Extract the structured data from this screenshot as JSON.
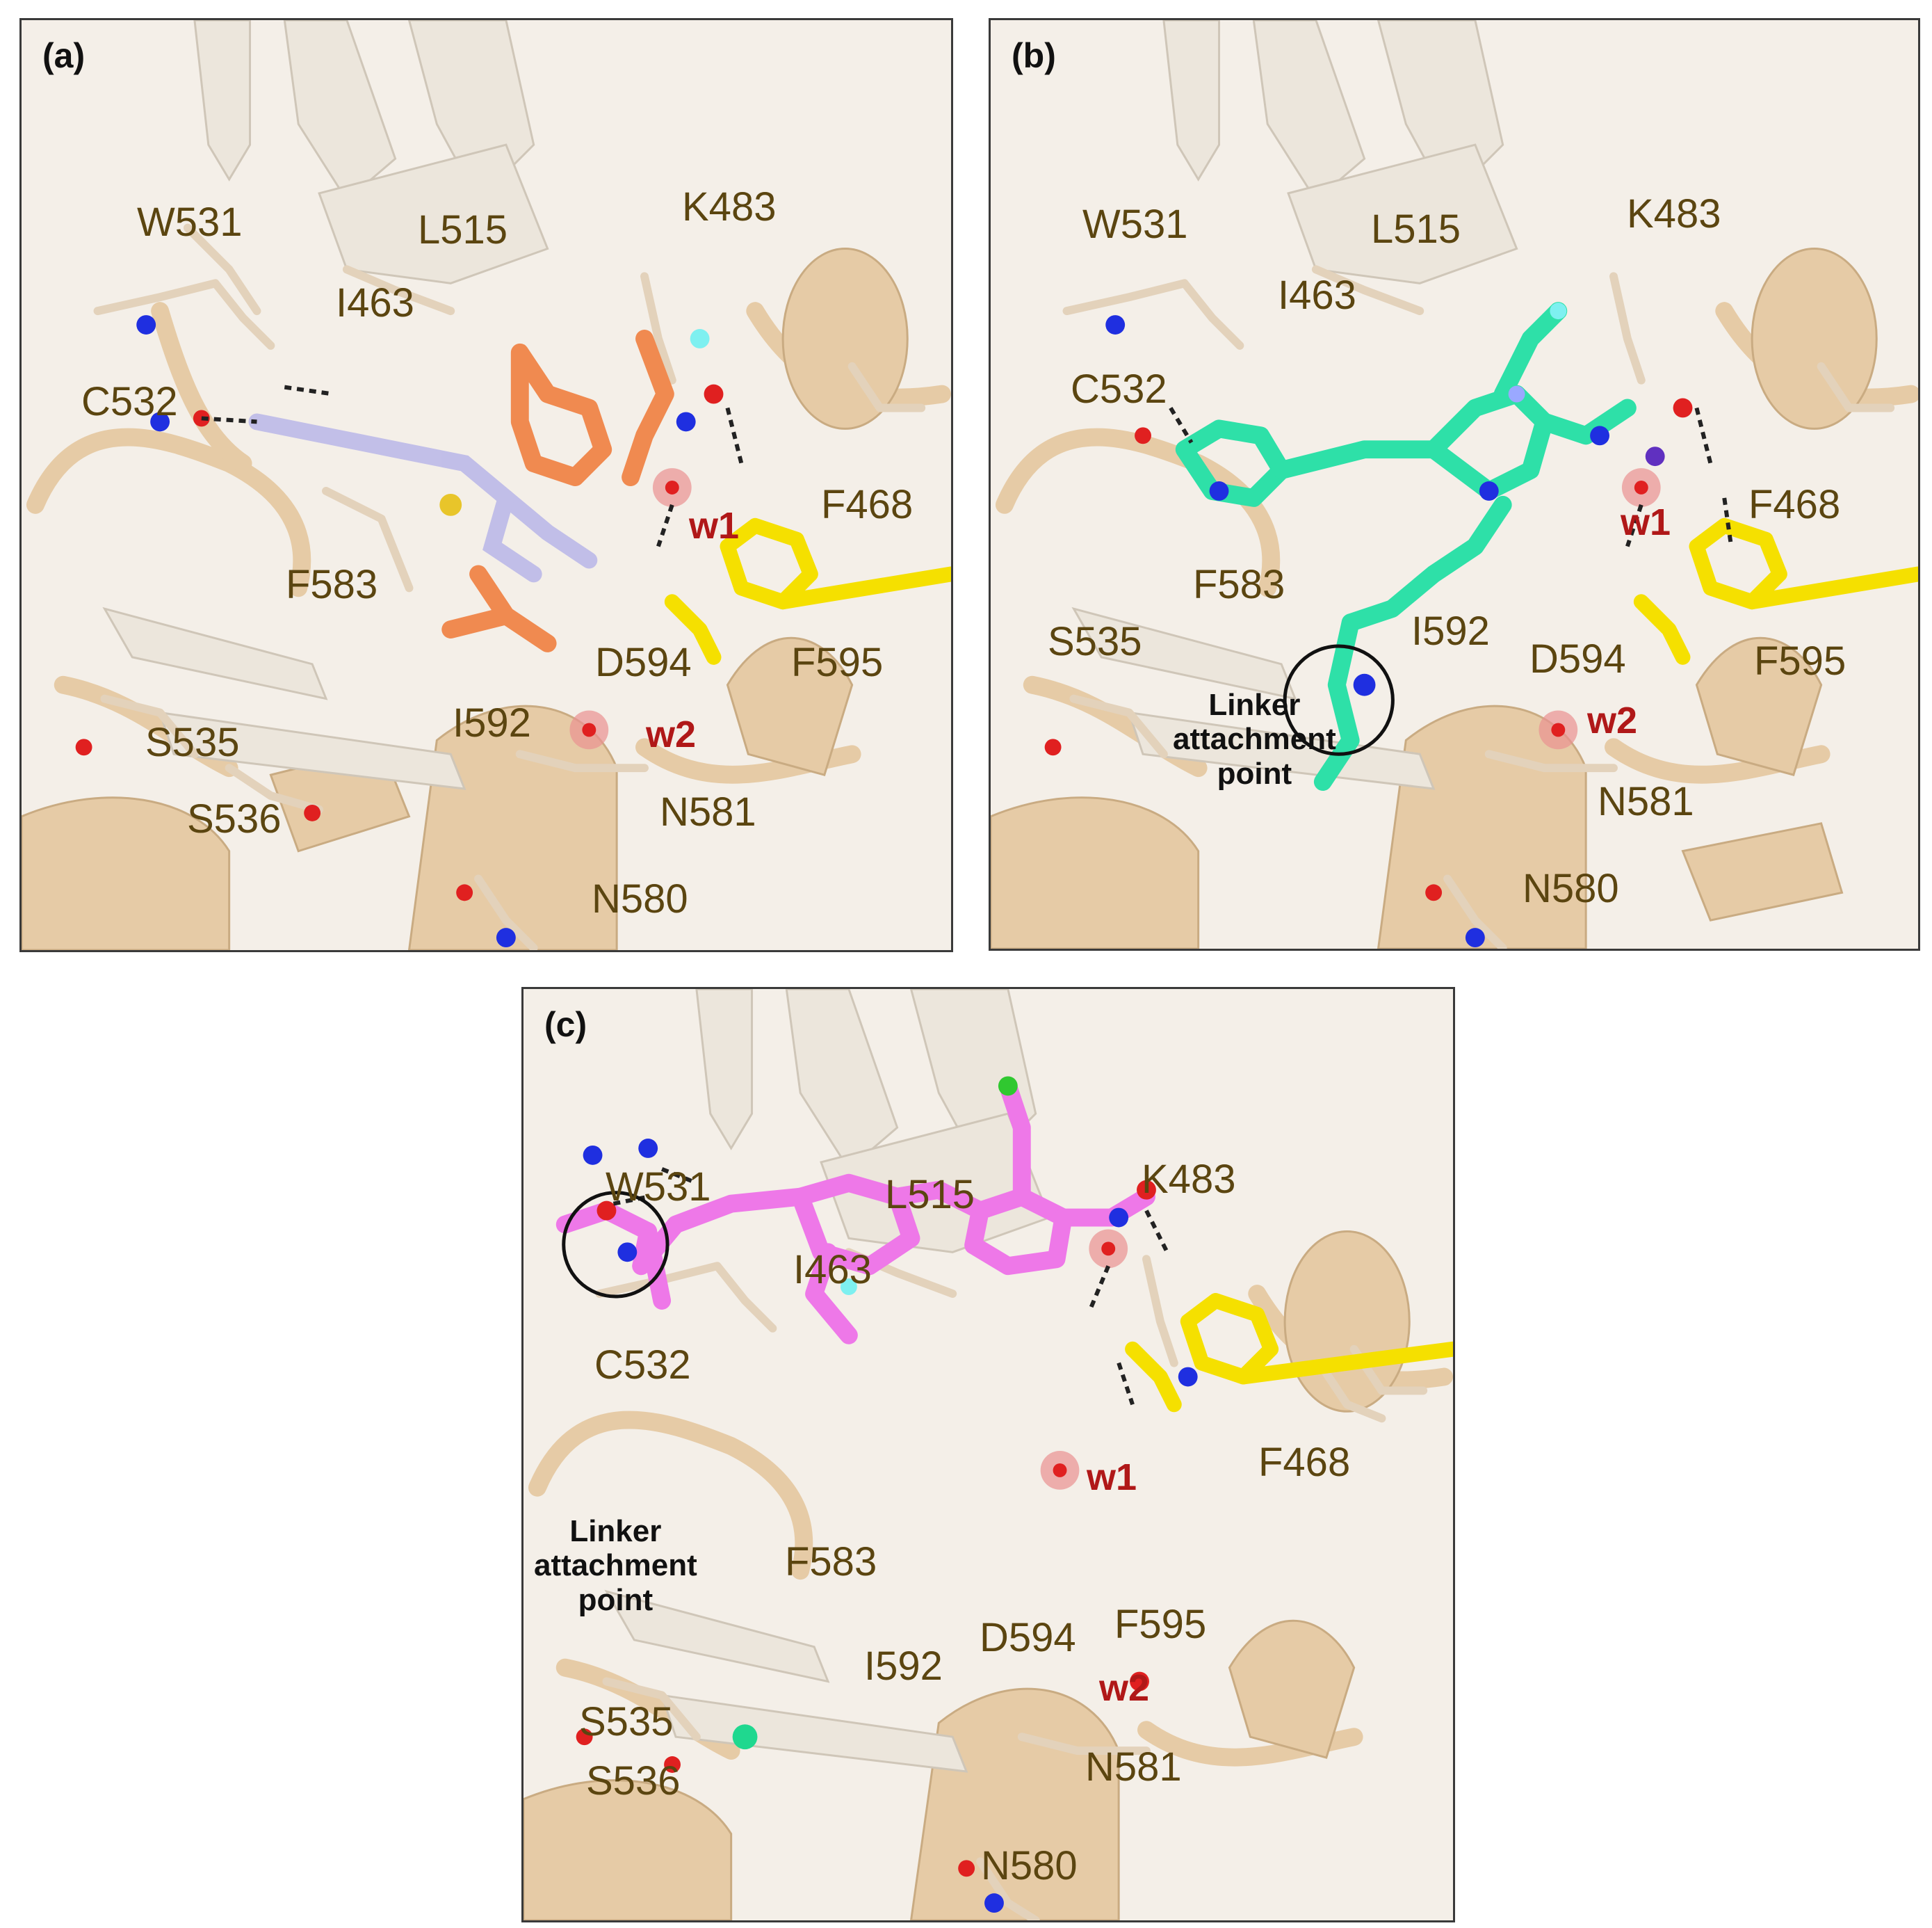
{
  "panels": [
    {
      "label": "(a)",
      "residues": [
        "W531",
        "L515",
        "K483",
        "I463",
        "C532",
        "F468",
        "F583",
        "D594",
        "F595",
        "I592",
        "S535",
        "S536",
        "N581",
        "N580"
      ],
      "waters": [
        "w1",
        "w2"
      ],
      "ligand_color": "#f08a50"
    },
    {
      "label": "(b)",
      "residues": [
        "W531",
        "L515",
        "K483",
        "I463",
        "C532",
        "F468",
        "F583",
        "I592",
        "S535",
        "D594",
        "F595",
        "N581",
        "N580"
      ],
      "waters": [
        "w1",
        "w2"
      ],
      "annotation": [
        "Linker",
        "attachment",
        "point"
      ],
      "ligand_color": "#2ee0a8"
    },
    {
      "label": "(c)",
      "residues": [
        "W531",
        "L515",
        "K483",
        "I463",
        "C532",
        "F468",
        "F583",
        "D594",
        "F595",
        "I592",
        "S535",
        "S536",
        "N581",
        "N580"
      ],
      "waters": [
        "w1",
        "w2"
      ],
      "annotation": [
        "Linker",
        "attachment",
        "point"
      ],
      "ligand_color": "#ee78e8"
    }
  ],
  "colors": {
    "protein": "#e6cba6",
    "sheet": "#ece6dc",
    "label_text": "#5b4510",
    "water_text": "#b01818",
    "oxygen": "#e02020",
    "nitrogen": "#1f2fe0",
    "sulfur": "#e8c52a",
    "fluorine": "#7ef0f0",
    "chlorine": "#30c830",
    "highlight_residue": "#f5e000"
  }
}
